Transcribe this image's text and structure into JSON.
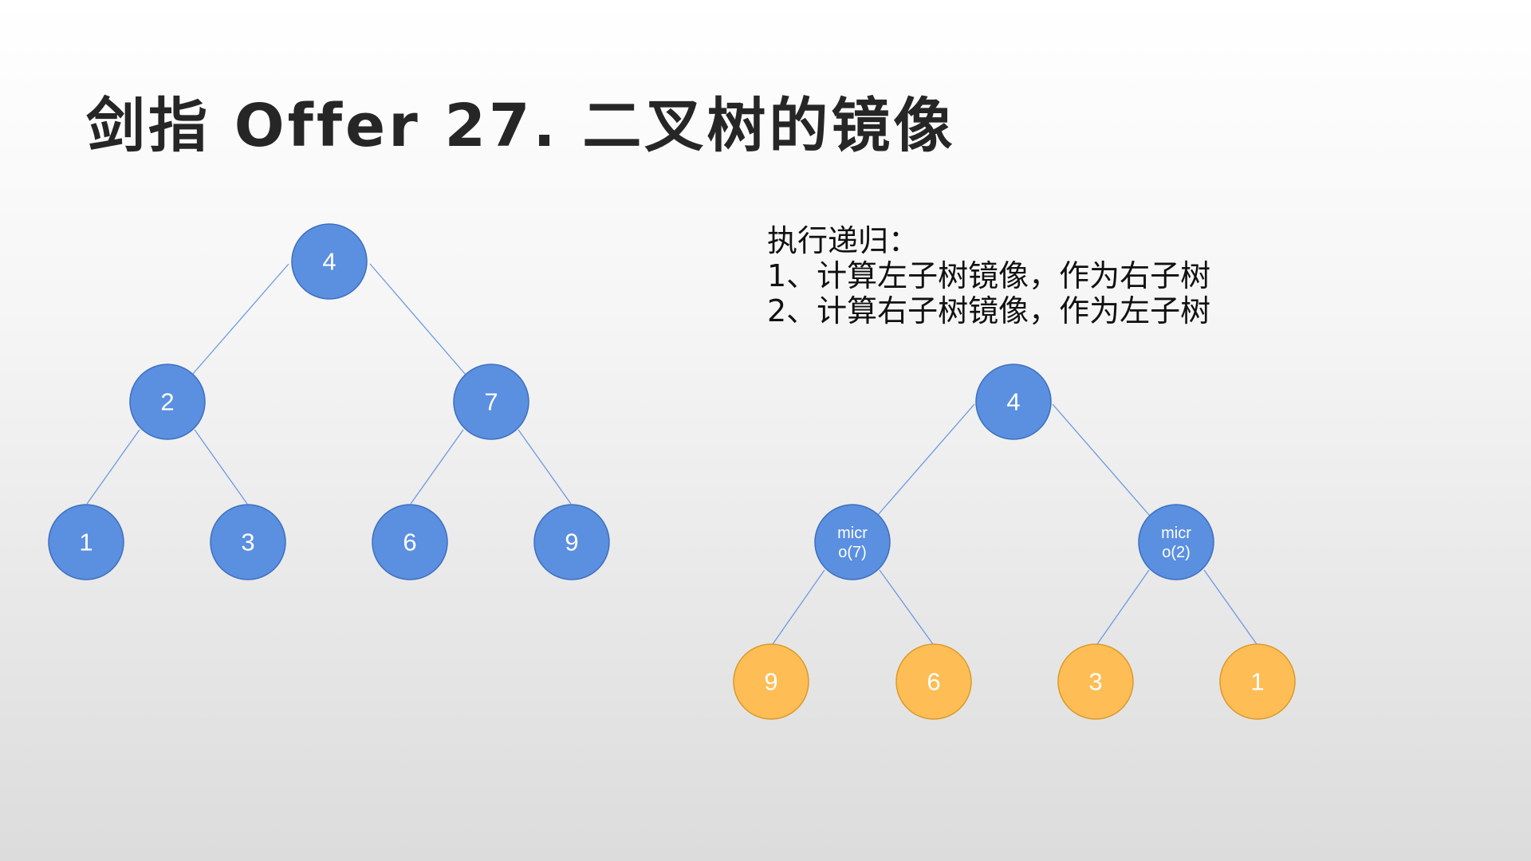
{
  "title": "剑指 Offer 27. 二叉树的镜像",
  "description": {
    "heading": "执行递归：",
    "step1": "1、计算左子树镜像，作为右子树",
    "step2": "2、计算右子树镜像，作为左子树"
  },
  "colors": {
    "blue_node": "#5b8fe0",
    "orange_node": "#ffbd55",
    "edge": "#6d9ae0"
  },
  "original_tree": {
    "root": "4",
    "level2": [
      "2",
      "7"
    ],
    "level3": [
      "1",
      "3",
      "6",
      "9"
    ]
  },
  "mirror_tree": {
    "root": "4",
    "level2": [
      {
        "line1": "micr",
        "line2": "o(7)"
      },
      {
        "line1": "micr",
        "line2": "o(2)"
      }
    ],
    "level3": [
      "9",
      "6",
      "3",
      "1"
    ]
  }
}
